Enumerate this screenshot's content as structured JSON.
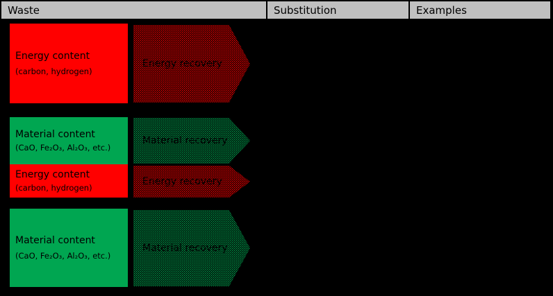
{
  "page": {
    "background": "#000000"
  },
  "header": {
    "background": "#c0c0c0",
    "columns": [
      {
        "label": "Waste"
      },
      {
        "label": "Substitution"
      },
      {
        "label": "Examples"
      }
    ]
  },
  "colors": {
    "energy_red": "#ff0000",
    "material_green": "#00a651",
    "text": "#000000"
  },
  "boxes": {
    "box1": {
      "title": "Energy content",
      "subtitle": "(carbon, hydrogen)"
    },
    "box2": {
      "title": "Material content",
      "subtitle": "(CaO, Fe₂O₃, Al₂O₃, etc.)"
    },
    "box3": {
      "title": "Energy content",
      "subtitle": "(carbon, hydrogen)"
    },
    "box4": {
      "title": "Material content",
      "subtitle": "(CaO, Fe₂O₃, Al₂O₃, etc.)"
    }
  },
  "arrows": {
    "arrow1": {
      "label": "Energy recovery"
    },
    "arrow2": {
      "label": "Material recovery"
    },
    "arrow3": {
      "label": "Energy recovery"
    },
    "arrow4": {
      "label": "Material recovery"
    }
  }
}
